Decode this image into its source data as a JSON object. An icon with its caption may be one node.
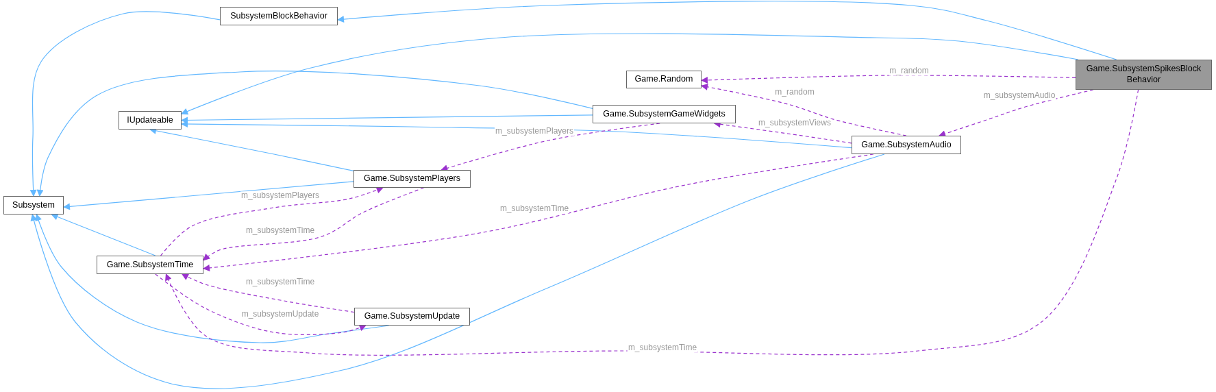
{
  "diagram": {
    "nodes": [
      {
        "text": [
          "Game.SubsystemSpikesBlock Behavior"
        ]
      },
      {
        "text": [
          "SubsystemBlockBehavior"
        ]
      },
      {
        "text": [
          "Game.Random"
        ]
      },
      {
        "text": [
          "IUpdateable"
        ]
      },
      {
        "text": [
          "Game.SubsystemGameWidgets"
        ]
      },
      {
        "text": [
          "Game.SubsystemAudio"
        ]
      },
      {
        "text": [
          "Subsystem"
        ]
      },
      {
        "text": [
          "Game.SubsystemPlayers"
        ]
      },
      {
        "text": [
          "Game.SubsystemTime"
        ]
      },
      {
        "text": [
          "Game.SubsystemUpdate"
        ]
      }
    ],
    "edges": [
      {
        "from": 0,
        "to": 1,
        "arrow": "to"
      },
      {
        "from": 0,
        "to": 3,
        "arrow": "to"
      },
      {
        "from": 1,
        "to": 6,
        "arrow": "to"
      },
      {
        "from": 4,
        "to": 6,
        "arrow": "to"
      },
      {
        "from": 4,
        "to": 3,
        "arrow": "to"
      },
      {
        "from": 5,
        "to": 3,
        "arrow": "to"
      },
      {
        "from": 7,
        "to": 3,
        "arrow": "to"
      },
      {
        "from": 7,
        "to": 6,
        "arrow": "to"
      },
      {
        "from": 8,
        "to": 6,
        "arrow": "to"
      },
      {
        "from": 9,
        "to": 6,
        "arrow": "to"
      },
      {
        "from": 5,
        "to": 6,
        "arrow": "to"
      },
      {
        "from": 0,
        "to": 2,
        "arrow": "to",
        "label": "m_random",
        "style": "dashed",
        "color": "#9a32cd"
      },
      {
        "from": 0,
        "to": 5,
        "arrow": "to",
        "label": "m_subsystemAudio",
        "style": "dashed",
        "color": "#9a32cd"
      },
      {
        "from": 0,
        "to": 8,
        "arrow": "to",
        "label": "m_subsystemTime",
        "style": "dashed",
        "color": "#9a32cd"
      },
      {
        "from": 5,
        "to": 2,
        "arrow": "to",
        "label": "m_random",
        "style": "dashed",
        "color": "#9a32cd"
      },
      {
        "from": 5,
        "to": 4,
        "arrow": "to",
        "label": "m_subsystemViews",
        "style": "dashed",
        "color": "#9a32cd"
      },
      {
        "from": 5,
        "to": 8,
        "arrow": "to",
        "label": "m_subsystemTime",
        "style": "dashed",
        "color": "#9a32cd"
      },
      {
        "from": 4,
        "to": 7,
        "arrow": "to",
        "label": "m_subsystemPlayers",
        "style": "dashed",
        "color": "#9a32cd"
      },
      {
        "from": 8,
        "to": 7,
        "arrow": "to",
        "label": "m_subsystemPlayers",
        "style": "dashed",
        "color": "#9a32cd"
      },
      {
        "from": 7,
        "to": 8,
        "arrow": "to",
        "label": "m_subsystemTime",
        "style": "dashed",
        "color": "#9a32cd"
      },
      {
        "from": 9,
        "to": 8,
        "arrow": "to",
        "label": "m_subsystemTime",
        "style": "dashed",
        "color": "#9a32cd"
      },
      {
        "from": 8,
        "to": 9,
        "arrow": "to",
        "label": "m_subsystemUpdate",
        "style": "dashed",
        "color": "#9a32cd"
      }
    ]
  }
}
